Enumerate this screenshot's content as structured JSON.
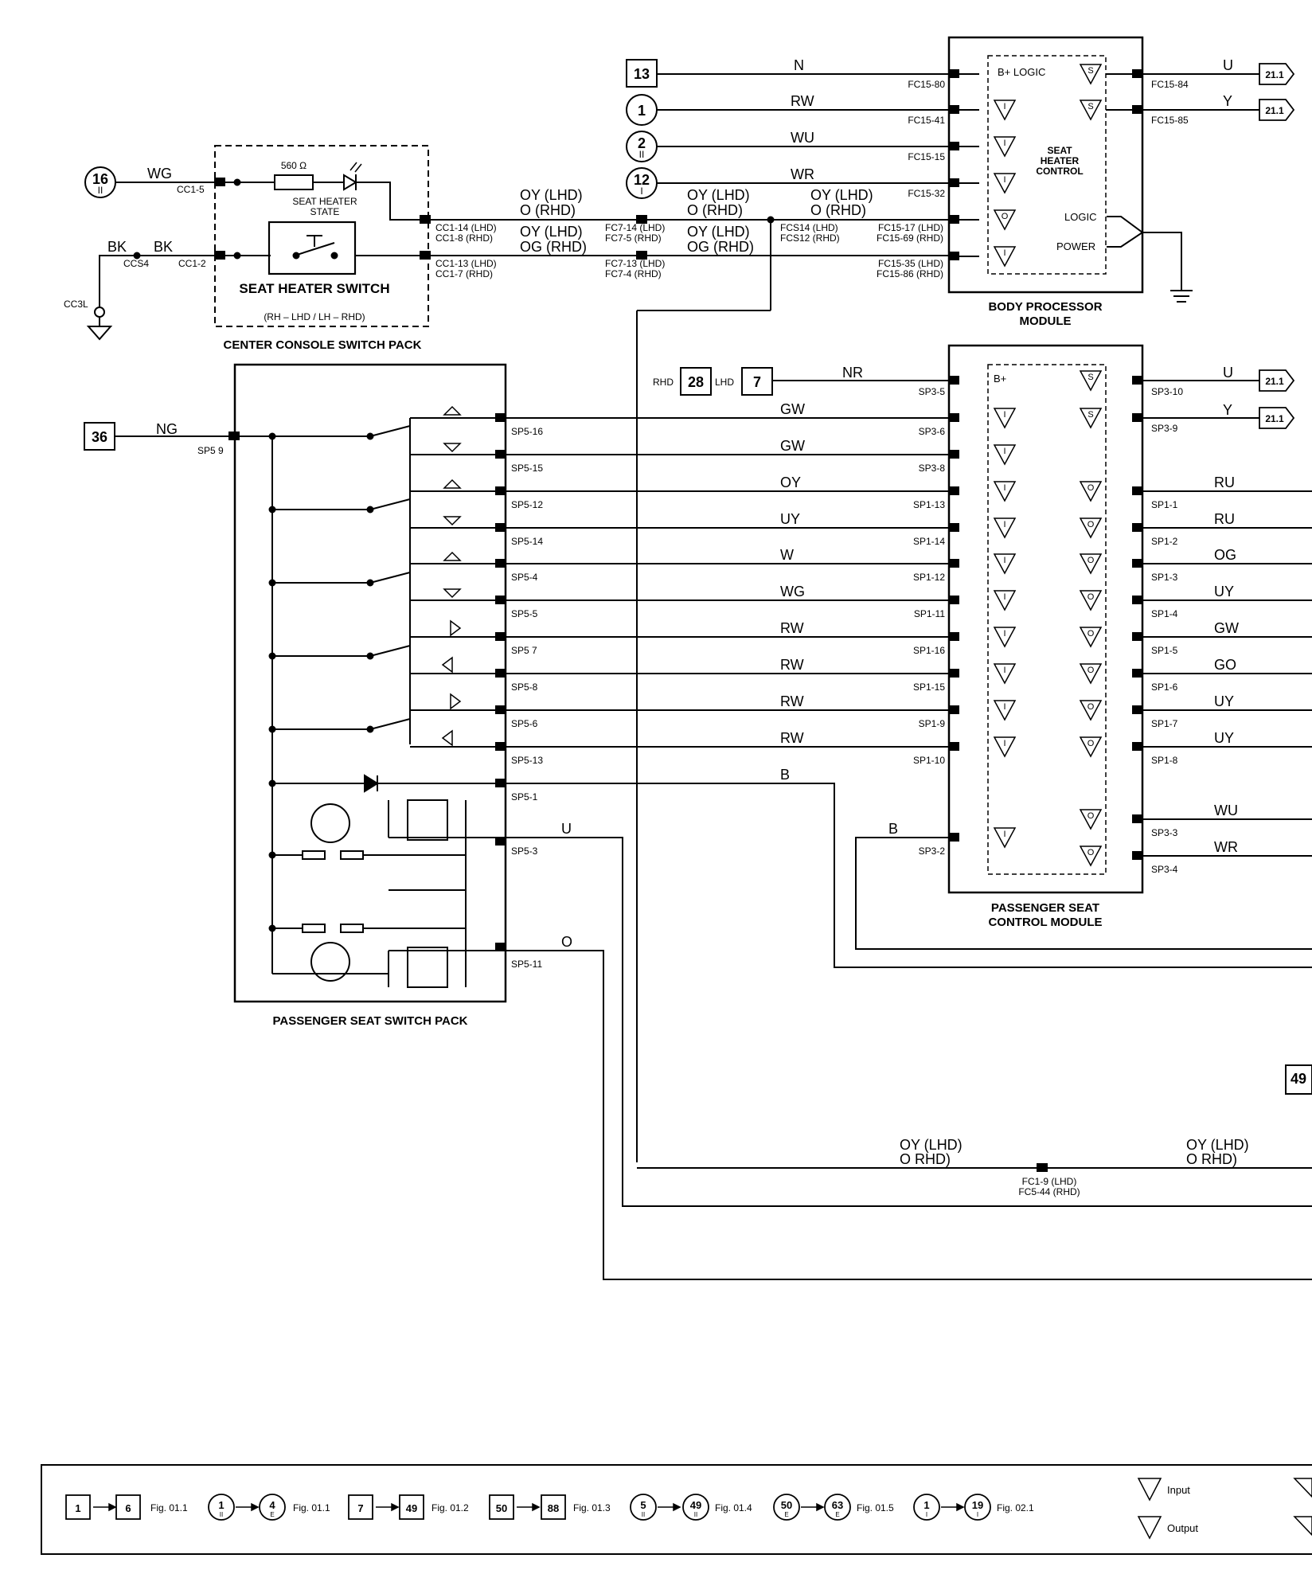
{
  "modules": {
    "bpm": {
      "title_1": "BODY PROCESSOR",
      "title_2": "MODULE",
      "b_logic": "B+ LOGIC",
      "control": [
        "SEAT",
        "HEATER",
        "CONTROL"
      ],
      "logic": "LOGIC",
      "power": "POWER"
    },
    "pscm": {
      "title_1": "PASSENGER SEAT",
      "title_2": "CONTROL MODULE",
      "b_plus": "B+"
    },
    "ccsp": {
      "title": "CENTER CONSOLE SWITCH PACK",
      "switch": "SEAT HEATER SWITCH",
      "note": "(RH – LHD / LH – RHD)",
      "resistor": "560 Ω",
      "state_1": "SEAT HEATER",
      "state_2": "STATE"
    },
    "pssp": {
      "title": "PASSENGER  SEAT SWITCH PACK"
    }
  },
  "refs": {
    "r13": "13",
    "r1": "1",
    "r2": "2",
    "r12": "12",
    "r16": "16",
    "r36": "36",
    "rhd": "RHD",
    "r28": "28",
    "lhd": "LHD",
    "r7": "7",
    "r49": "49",
    "out1": "21.1",
    "out2": "21.1",
    "out3": "21.1",
    "out4": "21.1",
    "sub_ii": "II",
    "sub_i": "I"
  },
  "wires": {
    "n": "N",
    "rw": "RW",
    "wu": "WU",
    "wr": "WR",
    "u": "U",
    "y": "Y",
    "wg": "WG",
    "bk": "BK",
    "ng": "NG",
    "nr": "NR",
    "oy_lhd": "OY (LHD)",
    "o_rhd": "O (RHD)",
    "og_rhd": "OG (RHD)",
    "o_rhd2": "O RHD)",
    "gw": "GW",
    "oy": "OY",
    "uy": "UY",
    "w": "W",
    "b": "B",
    "o": "O",
    "ru": "RU",
    "og": "OG",
    "go": "GO"
  },
  "pins": {
    "fc15_80": "FC15-80",
    "fc15_41": "FC15-41",
    "fc15_15": "FC15-15",
    "fc15_32": "FC15-32",
    "fc15_17": "FC15-17 (LHD)",
    "fc15_69": "FC15-69 (RHD)",
    "fc15_35": "FC15-35 (LHD)",
    "fc15_86": "FC15-86 (RHD)",
    "fc15_84": "FC15-84",
    "fc15_85": "FC15-85",
    "cc1_5": "CC1-5",
    "cc1_2": "CC1-2",
    "ccs4": "CCS4",
    "cc3l": "CC3L",
    "cc1_14": "CC1-14 (LHD)",
    "cc1_8": "CC1-8 (RHD)",
    "cc1_13": "CC1-13 (LHD)",
    "cc1_7": "CC1-7 (RHD)",
    "fc7_14": "FC7-14 (LHD)",
    "fc7_5": "FC7-5 (RHD)",
    "fc7_13": "FC7-13 (LHD)",
    "fc7_4": "FC7-4 (RHD)",
    "fcs14": "FCS14 (LHD)",
    "fcs12": "FCS12 (RHD)",
    "sp5_9": "SP5 9",
    "sp3_5": "SP3-5",
    "sp3_10": "SP3-10",
    "sp3_9": "SP3-9",
    "sp3_6": "SP3-6",
    "sp3_8": "SP3-8",
    "sp3_2": "SP3-2",
    "sp3_3": "SP3-3",
    "sp3_4": "SP3-4",
    "sp5_16": "SP5-16",
    "sp5_15": "SP5-15",
    "sp5_12": "SP5-12",
    "sp5_14": "SP5-14",
    "sp5_4": "SP5-4",
    "sp5_5": "SP5-5",
    "sp5_7": "SP5 7",
    "sp5_8": "SP5-8",
    "sp5_6": "SP5-6",
    "sp5_13": "SP5-13",
    "sp5_1": "SP5-1",
    "sp5_3": "SP5-3",
    "sp5_11": "SP5-11",
    "sp1_13": "SP1-13",
    "sp1_14": "SP1-14",
    "sp1_12": "SP1-12",
    "sp1_11": "SP1-11",
    "sp1_16": "SP1-16",
    "sp1_15": "SP1-15",
    "sp1_9": "SP1-9",
    "sp1_10": "SP1-10",
    "sp1_1": "SP1-1",
    "sp1_2": "SP1-2",
    "sp1_3": "SP1-3",
    "sp1_4": "SP1-4",
    "sp1_5": "SP1-5",
    "sp1_6": "SP1-6",
    "sp1_7": "SP1-7",
    "sp1_8": "SP1-8",
    "fc1_9": "FC1-9 (LHD)",
    "fc5_44": "FC5-44 (RHD)"
  },
  "legend": {
    "a1": "1",
    "a6": "6",
    "f1": "Fig. 01.1",
    "b1": "1",
    "b1s": "II",
    "b4": "4",
    "b4s": "E",
    "f2": "Fig. 01.1",
    "c7": "7",
    "c49": "49",
    "f3": "Fig. 01.2",
    "d50": "50",
    "d88": "88",
    "f4": "Fig. 01.3",
    "e5": "5",
    "e5s": "II",
    "e49": "49",
    "e49s": "II",
    "f5": "Fig. 01.4",
    "g50": "50",
    "g50s": "E",
    "g63": "63",
    "g63s": "E",
    "f6": "Fig. 01.5",
    "h1": "1",
    "h1s": "I",
    "h19": "19",
    "h19s": "I",
    "f7": "Fig. 02.1",
    "input": "Input",
    "output": "Output"
  },
  "symbol_marks": {
    "input": "I",
    "output": "O",
    "switched": "S"
  }
}
